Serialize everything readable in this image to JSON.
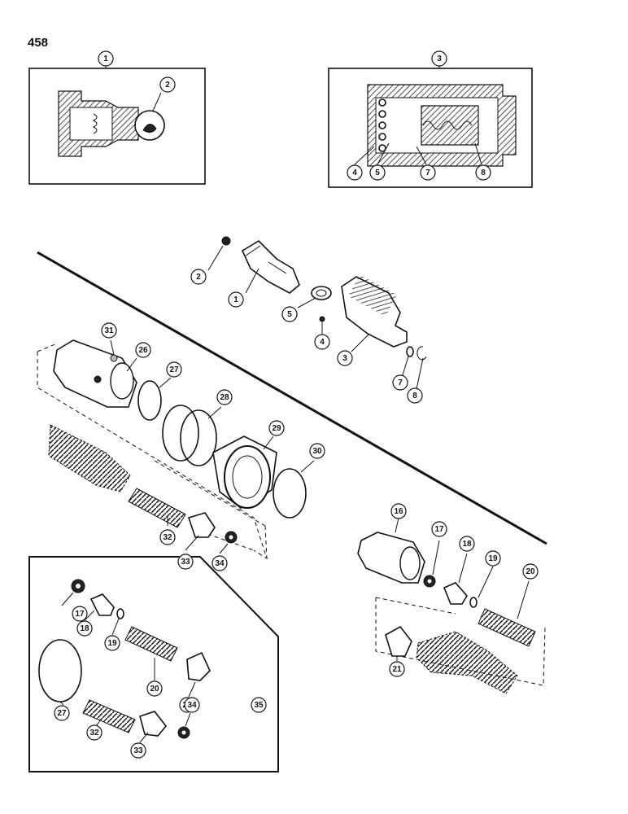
{
  "page": {
    "number": "458"
  },
  "callouts": [
    "1",
    "2",
    "3",
    "4",
    "5",
    "7",
    "8",
    "16",
    "17",
    "18",
    "19",
    "20",
    "21",
    "26",
    "27",
    "28",
    "29",
    "30",
    "31",
    "32",
    "33",
    "34",
    "35"
  ]
}
